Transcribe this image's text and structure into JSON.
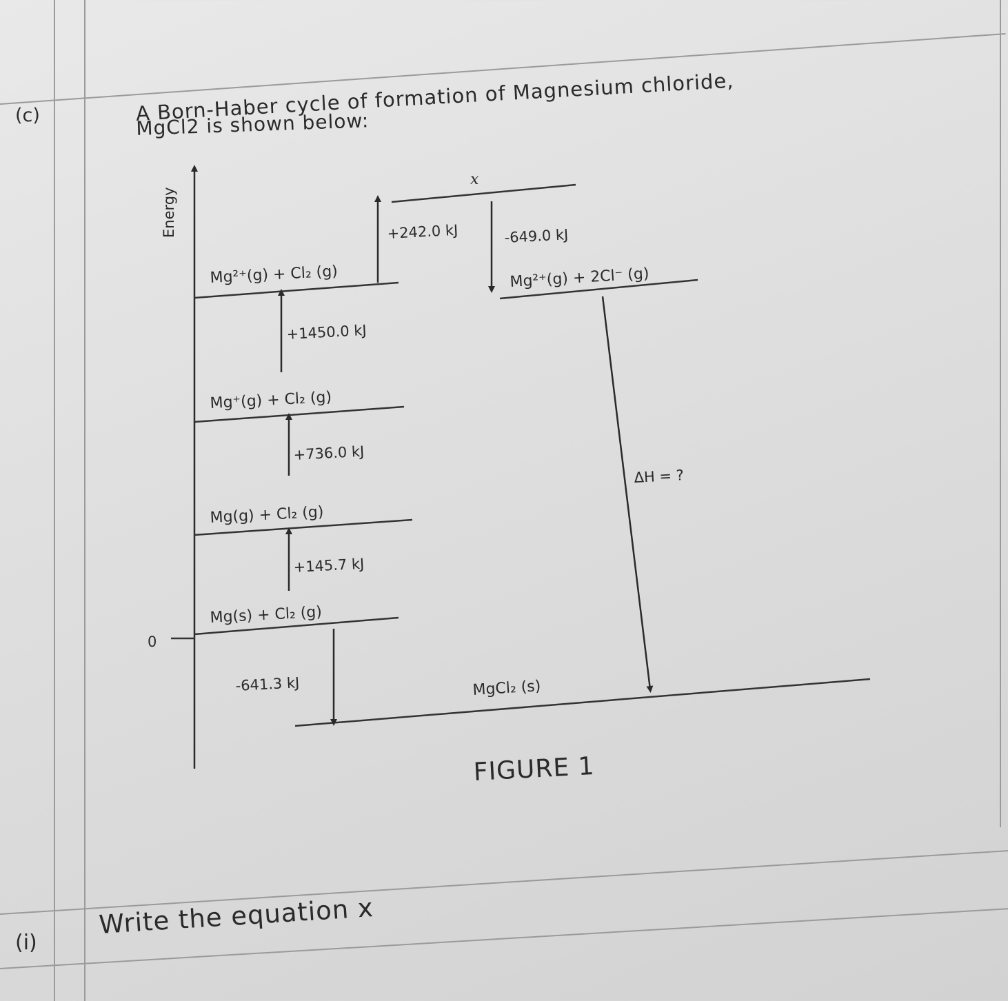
{
  "question": {
    "part_label": "(c)",
    "intro_line1": "A Born-Haber cycle of formation of Magnesium chloride,",
    "intro_line2": "MgCl2 is shown below:"
  },
  "diagram": {
    "y_axis_label": "Energy",
    "zero_label": "0",
    "levels": {
      "x": "x",
      "mg2_cl2": "Mg²⁺(g) + Cl₂ (g)",
      "mg2_2cl": "Mg²⁺(g) + 2Cl⁻ (g)",
      "mg1_cl2": "Mg⁺(g) + Cl₂ (g)",
      "mgg_cl2": "Mg(g) + Cl₂ (g)",
      "mgs_cl2": "Mg(s) + Cl₂ (g)",
      "mgcl2": "MgCl₂ (s)"
    },
    "steps": {
      "chlorine_atomisation": "+242.0 kJ",
      "electron_affinity": "-649.0 kJ",
      "second_ionisation": "+1450.0 kJ",
      "first_ionisation": "+736.0 kJ",
      "atomisation_mg": "+145.7 kJ",
      "formation": "-641.3 kJ",
      "lattice": "ΔH = ?"
    }
  },
  "figure_caption": "FIGURE 1",
  "subquestion": {
    "label": "(i)",
    "text": "Write the equation x"
  }
}
